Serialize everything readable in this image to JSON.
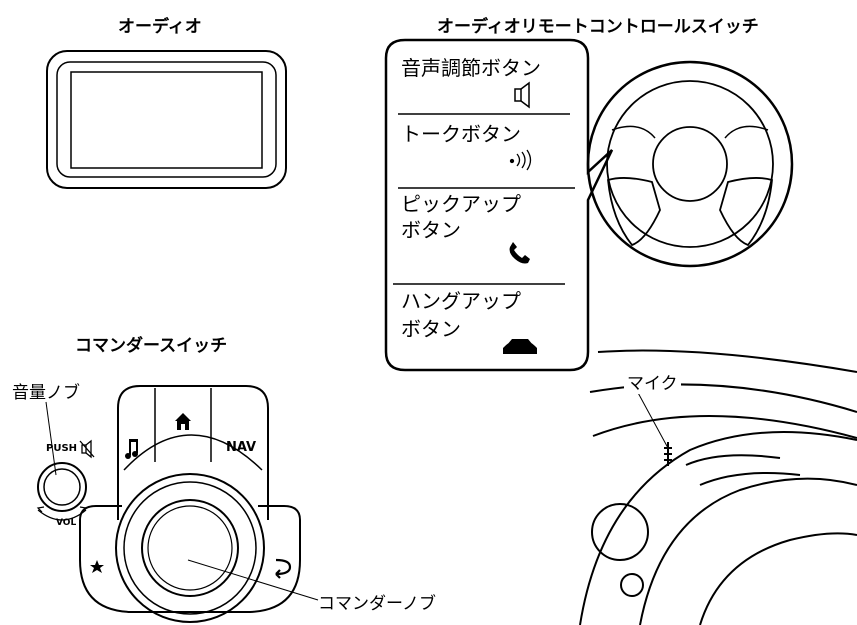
{
  "headings": {
    "audio": "オーディオ",
    "remote": "オーディオリモートコントロールスイッチ",
    "commander": "コマンダースイッチ"
  },
  "remote_panel": {
    "buttons": [
      {
        "label": "音声調節ボタン",
        "icon": "speaker-icon"
      },
      {
        "label": "トークボタン",
        "icon": "talk-icon"
      },
      {
        "label_lines": [
          "ピックアップ",
          "ボタン"
        ],
        "icon": "phone-pickup-icon"
      },
      {
        "label_lines": [
          "ハングアップ",
          "ボタン"
        ],
        "icon": "phone-hangup-icon"
      }
    ]
  },
  "commander": {
    "volume_knob_label": "音量ノブ",
    "push_label": "PUSH",
    "vol_label": "VOL",
    "nav_label": "NAV",
    "commander_knob_label": "コマンダーノブ"
  },
  "microphone_label": "マイク"
}
